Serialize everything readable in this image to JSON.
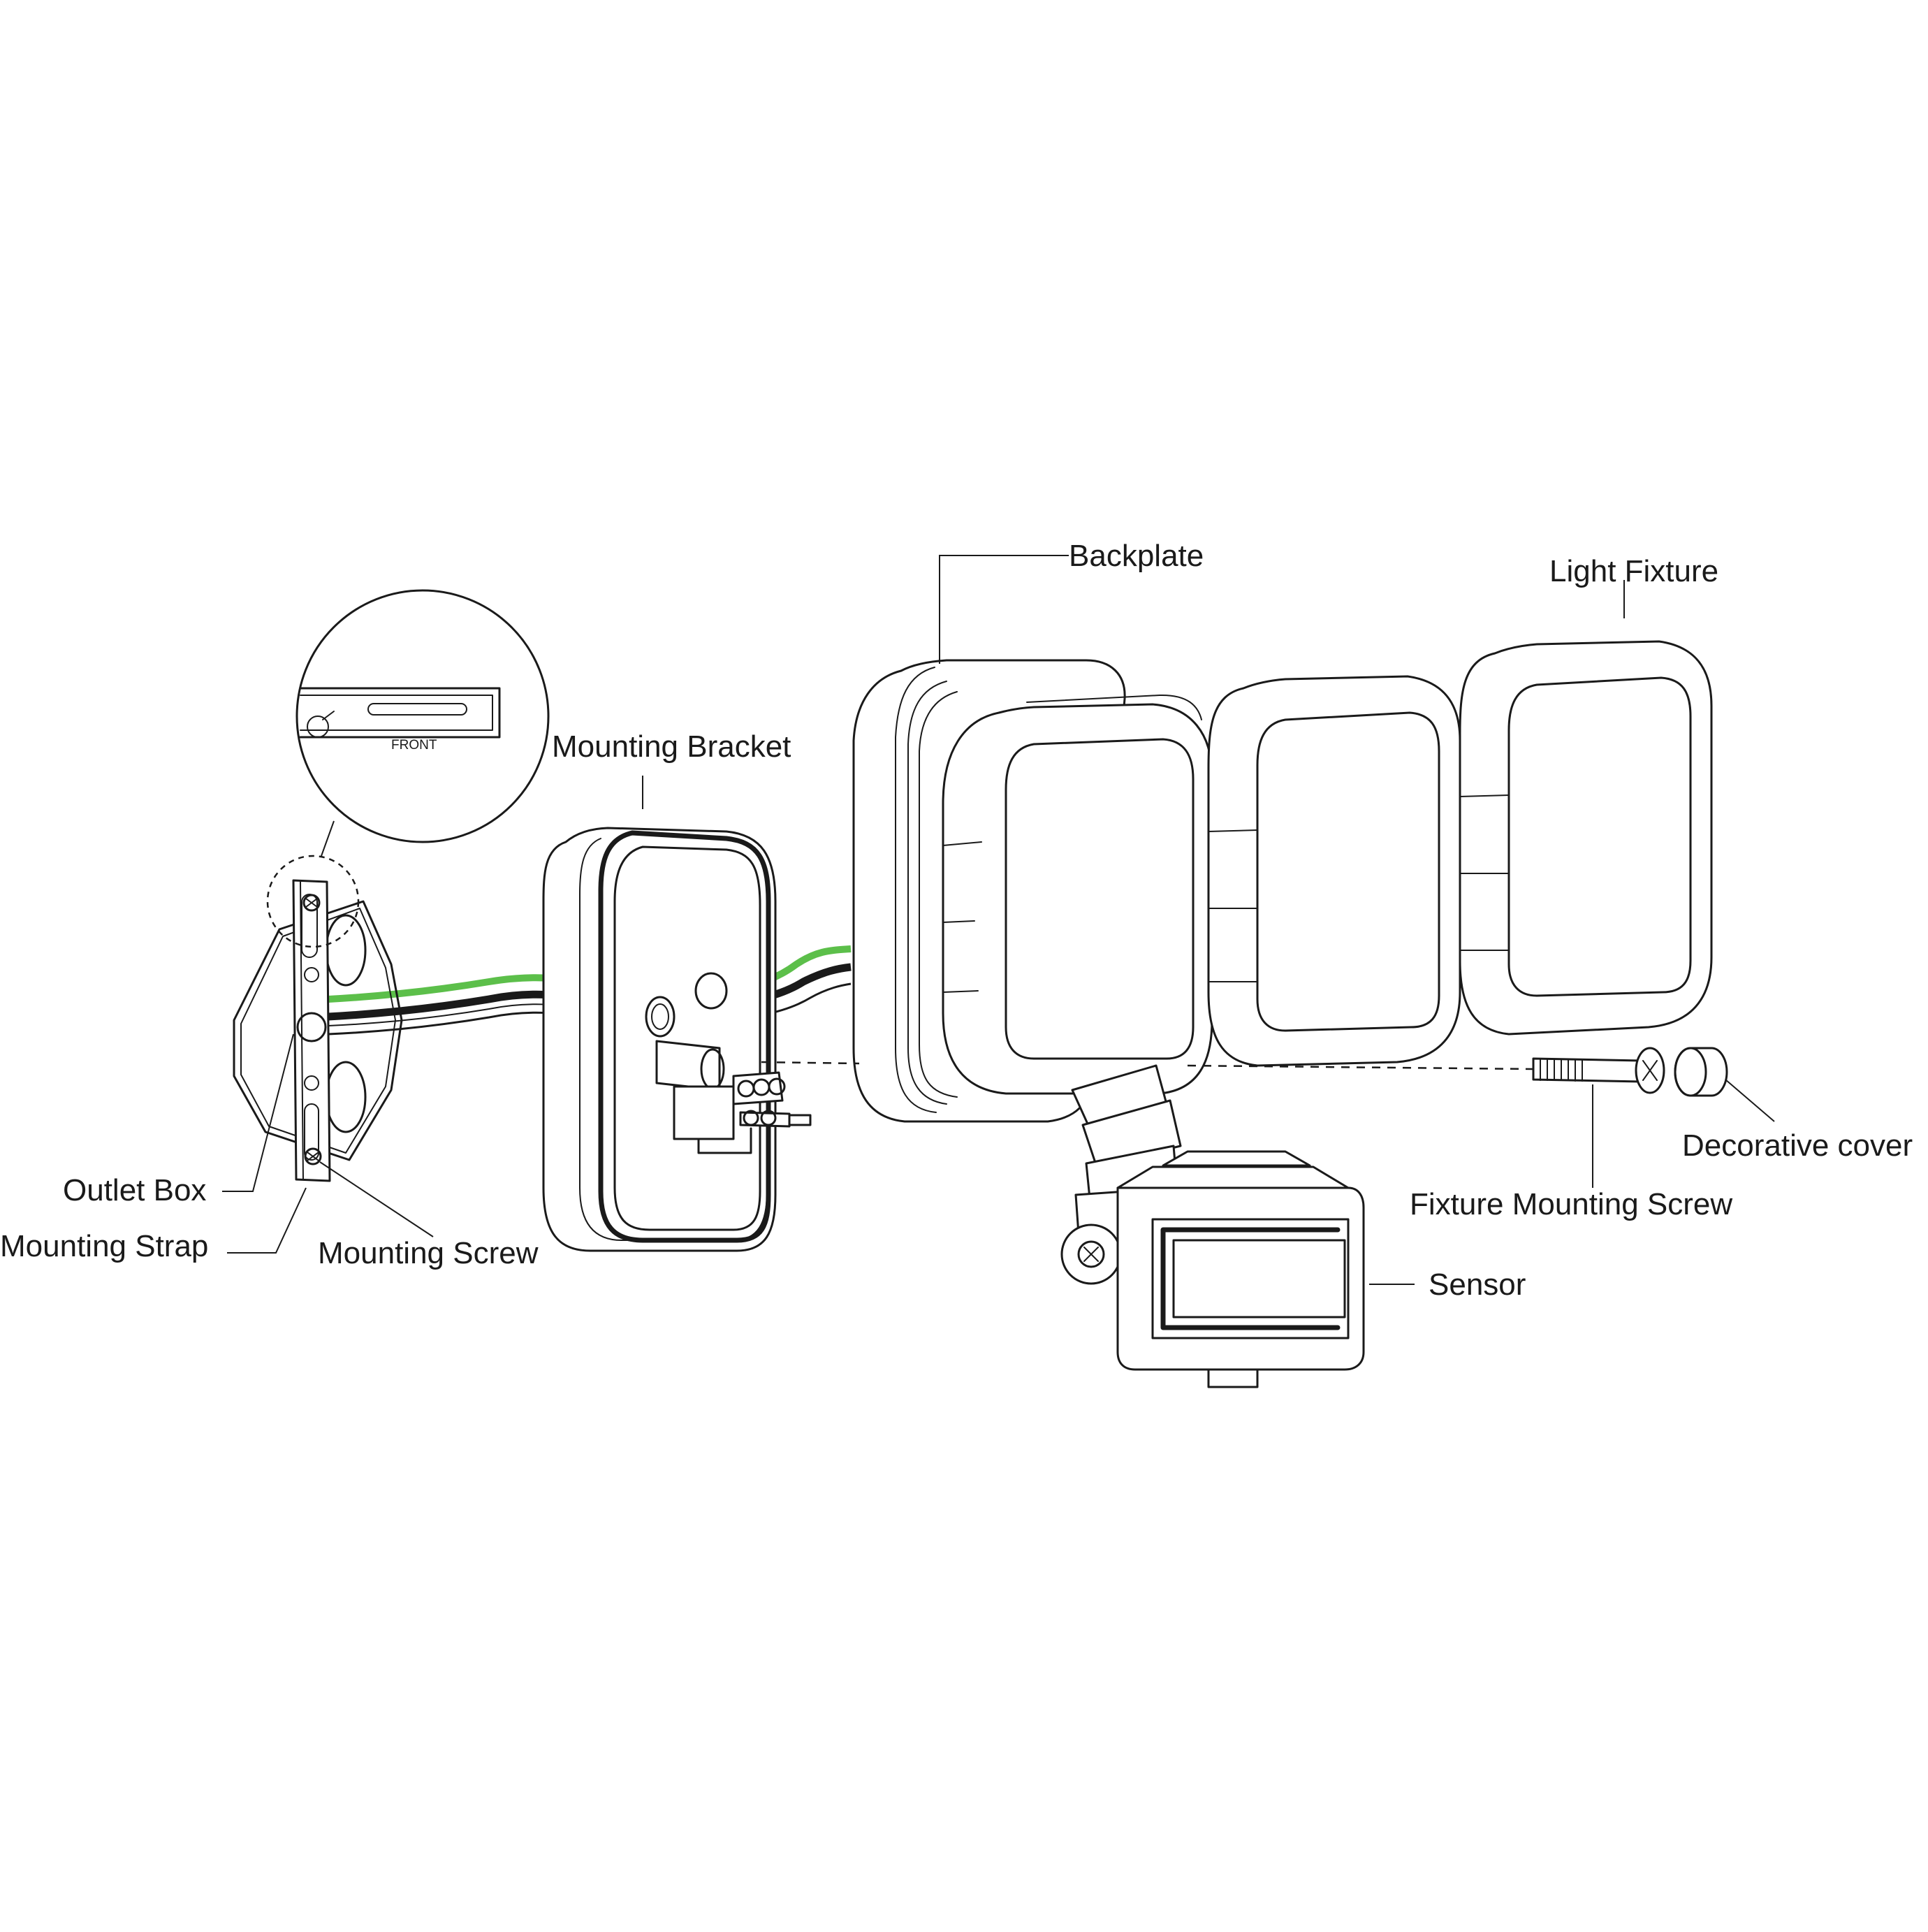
{
  "labels": {
    "backplate": "Backplate",
    "light_fixture": "Light Fixture",
    "mounting_bracket": "Mounting Bracket",
    "outlet_box": "Outlet Box",
    "mounting_strap": "Mounting Strap",
    "mounting_screw": "Mounting Screw",
    "fixture_mounting_screw": "Fixture Mounting Screw",
    "decorative_cover": "Decorative cover",
    "sensor": "Sensor",
    "front_marking": "FRONT"
  },
  "colors": {
    "line": "#1a1a1a",
    "ground_wire": "#5cbf4a",
    "background": "#ffffff"
  }
}
